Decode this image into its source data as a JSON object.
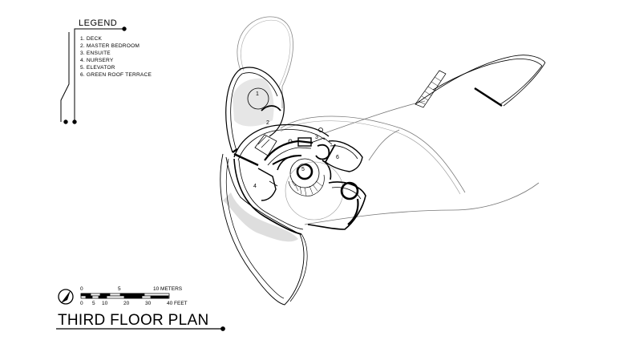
{
  "legend": {
    "title": "LEGEND",
    "items": [
      "1. DECK",
      "2. MASTER BEDROOM",
      "3. ENSUITE",
      "4. NURSERY",
      "5. ELEVATOR",
      "6. GREEN ROOF TERRACE"
    ]
  },
  "rooms": [
    "1",
    "2",
    "3",
    "4",
    "5",
    "6"
  ],
  "scale": {
    "meters": [
      "0",
      "5",
      "10 METERS"
    ],
    "feet": [
      "0",
      "5",
      "10",
      "20",
      "30",
      "40 FEET"
    ]
  },
  "title": "THIRD FLOOR PLAN"
}
